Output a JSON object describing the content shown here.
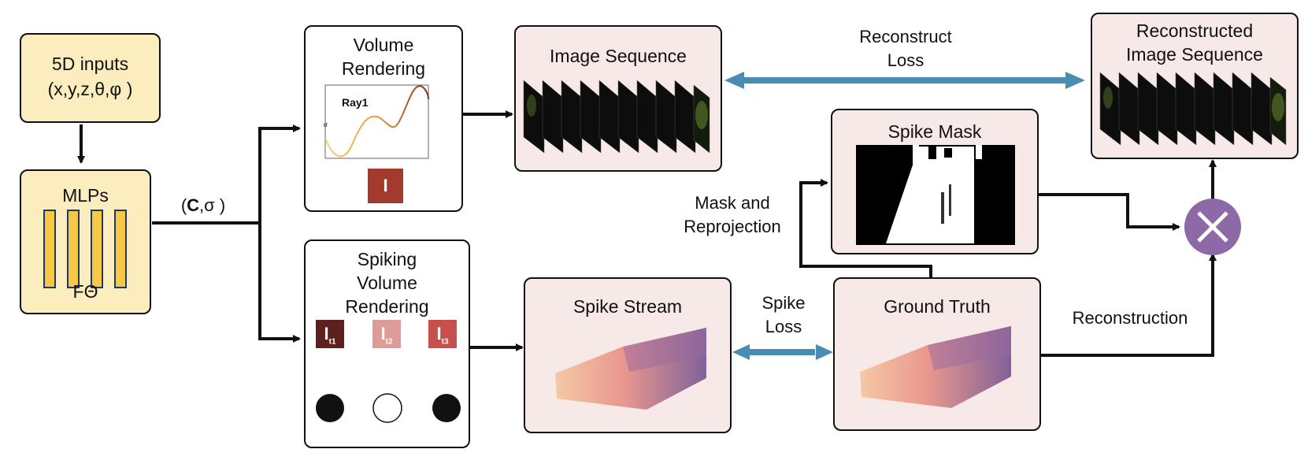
{
  "inputs": {
    "title": "5D inputs",
    "vars": "(x,y,z,θ,φ )"
  },
  "mlp": {
    "title": "MLPs",
    "fn": "FΘ"
  },
  "edge_c_sigma": {
    "bold": "C",
    "rest": ",σ "
  },
  "volume_rendering": {
    "title_line1": "Volume",
    "title_line2": "Rendering",
    "plot_title": "Ray1",
    "ylabel": "σ",
    "pixel_label": "I"
  },
  "spiking_volume_rendering": {
    "title_line1": "Spiking",
    "title_line2": "Volume",
    "title_line3": "Rendering",
    "pixels": [
      {
        "label": "I",
        "sub": "t1",
        "color": "#5e1f1f"
      },
      {
        "label": "I",
        "sub": "t2",
        "color": "#dc9c97"
      },
      {
        "label": "I",
        "sub": "t3",
        "color": "#c8504c"
      }
    ]
  },
  "image_sequence": {
    "title": "Image Sequence"
  },
  "reconstruct_loss": {
    "line1": "Reconstruct",
    "line2": "Loss"
  },
  "reconstructed_sequence": {
    "title_line1": "Reconstructed",
    "title_line2": "Image Sequence"
  },
  "spike_mask": {
    "title": "Spike Mask"
  },
  "mask_reprojection": {
    "line1": "Mask and",
    "line2": "Reprojection"
  },
  "spike_stream": {
    "title": "Spike Stream"
  },
  "spike_loss": {
    "line1": "Spike",
    "line2": "Loss"
  },
  "ground_truth": {
    "title": "Ground Truth"
  },
  "reconstruction": {
    "label": "Reconstruction"
  },
  "colors": {
    "input_fill": "#fcedbe",
    "panel_fill": "#f7e9e7",
    "loss_arrow": "#4a8db3",
    "multiply_node": "#8e69a8",
    "bar_fill": "#f7c846",
    "render_pixel": "#a23a2e"
  }
}
